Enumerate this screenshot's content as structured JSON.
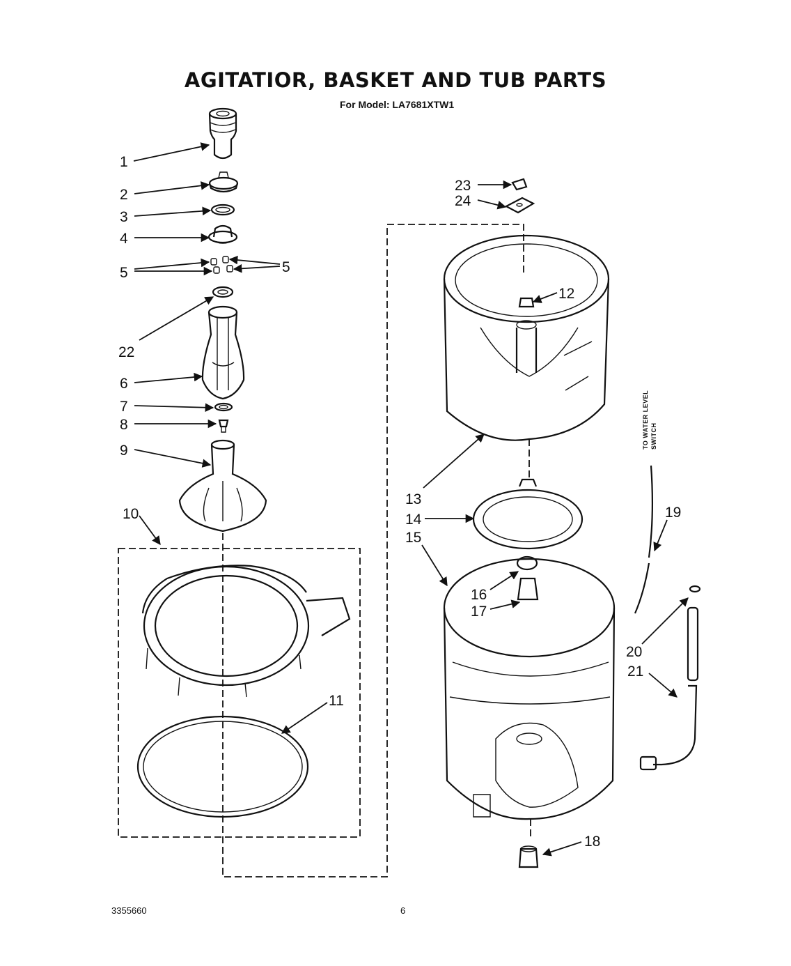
{
  "title": "AGITATIOR, BASKET AND TUB PARTS",
  "subtitle": "For Model: LA7681XTW1",
  "side_note": [
    "TO WATER LEVEL",
    "SWITCH"
  ],
  "footer": {
    "doc_number": "3355660",
    "page_number": "6"
  },
  "callouts": {
    "c1": "1",
    "c2": "2",
    "c3": "3",
    "c4": "4",
    "c5a": "5",
    "c5b": "5",
    "c6": "6",
    "c7": "7",
    "c8": "8",
    "c9": "9",
    "c10": "10",
    "c11": "11",
    "c12": "12",
    "c13": "13",
    "c14": "14",
    "c15": "15",
    "c16": "16",
    "c17": "17",
    "c18": "18",
    "c19": "19",
    "c20": "20",
    "c21": "21",
    "c22": "22",
    "c23": "23",
    "c24": "24"
  }
}
